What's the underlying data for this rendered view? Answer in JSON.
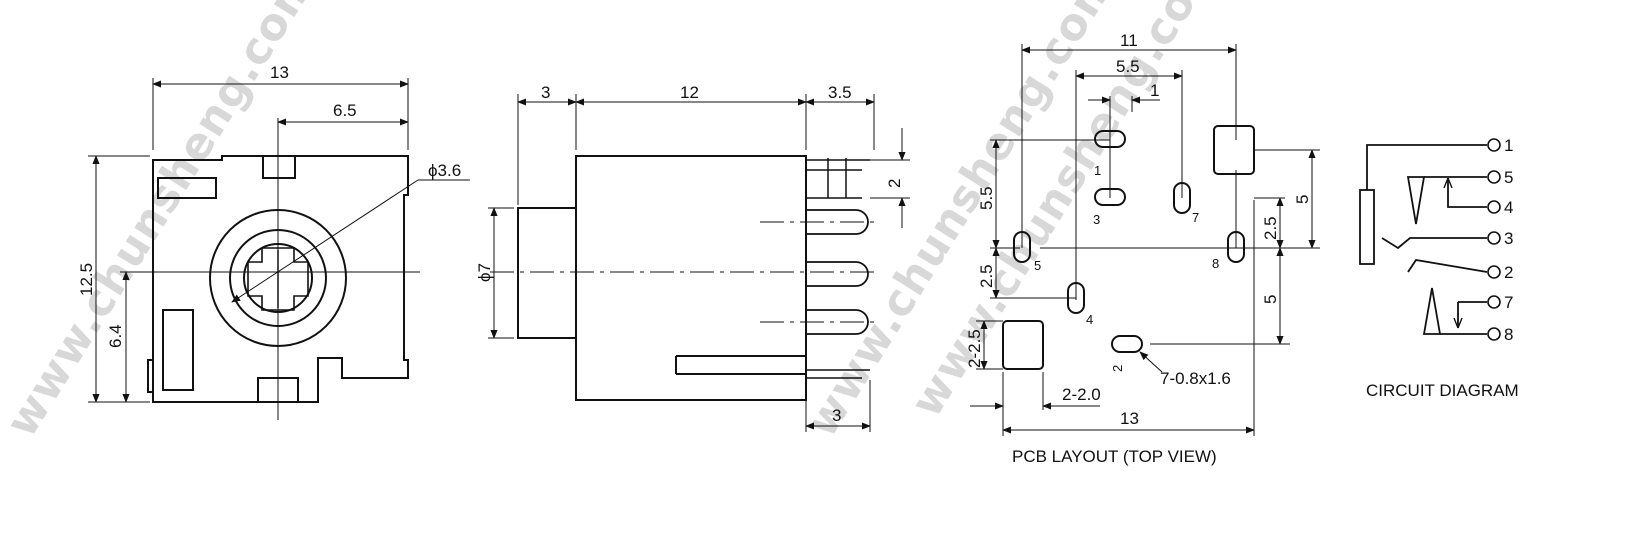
{
  "watermark": "www.chunsheng.com",
  "front_view": {
    "dim_width": "13",
    "dim_half_width": "6.5",
    "dim_height": "12.5",
    "dim_center_height": "6.4",
    "dim_hole": "ϕ3.6"
  },
  "side_view": {
    "dim_nose": "3",
    "dim_body": "12",
    "dim_pins": "3.5",
    "dim_tab": "2",
    "dim_diameter": "ϕ7",
    "dim_pin_width": "3"
  },
  "pcb_layout": {
    "caption": "PCB LAYOUT (TOP VIEW)",
    "dim_top_width": "11",
    "dim_mid_width": "5.5",
    "dim_small_offset": "1",
    "dim_left_height": "5.5",
    "dim_left_lower": "2.5",
    "dim_right_upper": "5",
    "dim_right_mid": "2.5",
    "dim_right_lower": "5",
    "dim_pad": "2-2.5",
    "dim_pad_width": "2-2.0",
    "dim_bottom_width": "13",
    "slot_callout": "7-0.8x1.6",
    "pin_labels": [
      "1",
      "3",
      "7",
      "5",
      "8",
      "4",
      "2"
    ]
  },
  "circuit_diagram": {
    "caption": "CIRCUIT DIAGRAM",
    "terminals": [
      "1",
      "5",
      "4",
      "3",
      "2",
      "7",
      "8"
    ]
  }
}
